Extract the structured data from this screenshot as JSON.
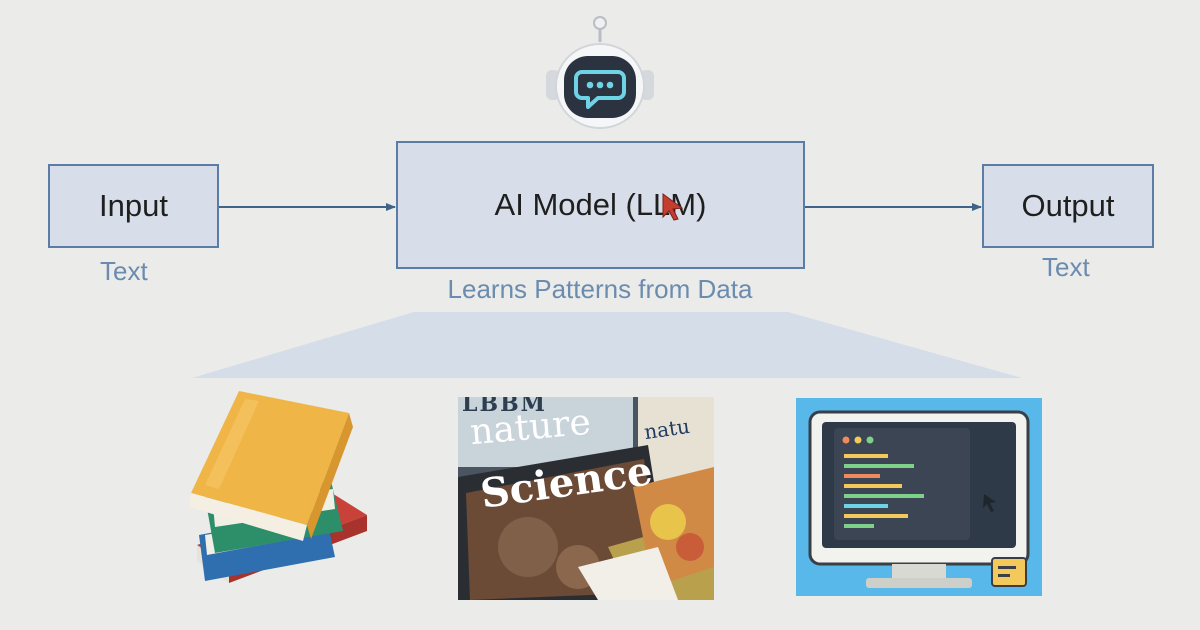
{
  "diagram": {
    "input": {
      "label": "Input",
      "caption": "Text"
    },
    "model": {
      "label": "AI Model (LLM)",
      "caption": "Learns Patterns from Data"
    },
    "output": {
      "label": "Output",
      "caption": "Text"
    }
  },
  "journals": {
    "masthead_top": "LBBM",
    "nature_main": "nature",
    "science": "Science",
    "nature_side": "natu"
  },
  "icons": [
    "robot-chat-icon",
    "books-icon",
    "journals-photo",
    "computer-code-icon",
    "mouse-cursor-icon"
  ],
  "colors": {
    "background": "#ebebea",
    "box_fill": "#d7dee9",
    "box_border": "#5a7ca6",
    "caption": "#6b8cae",
    "arrow": "#3f6488"
  }
}
